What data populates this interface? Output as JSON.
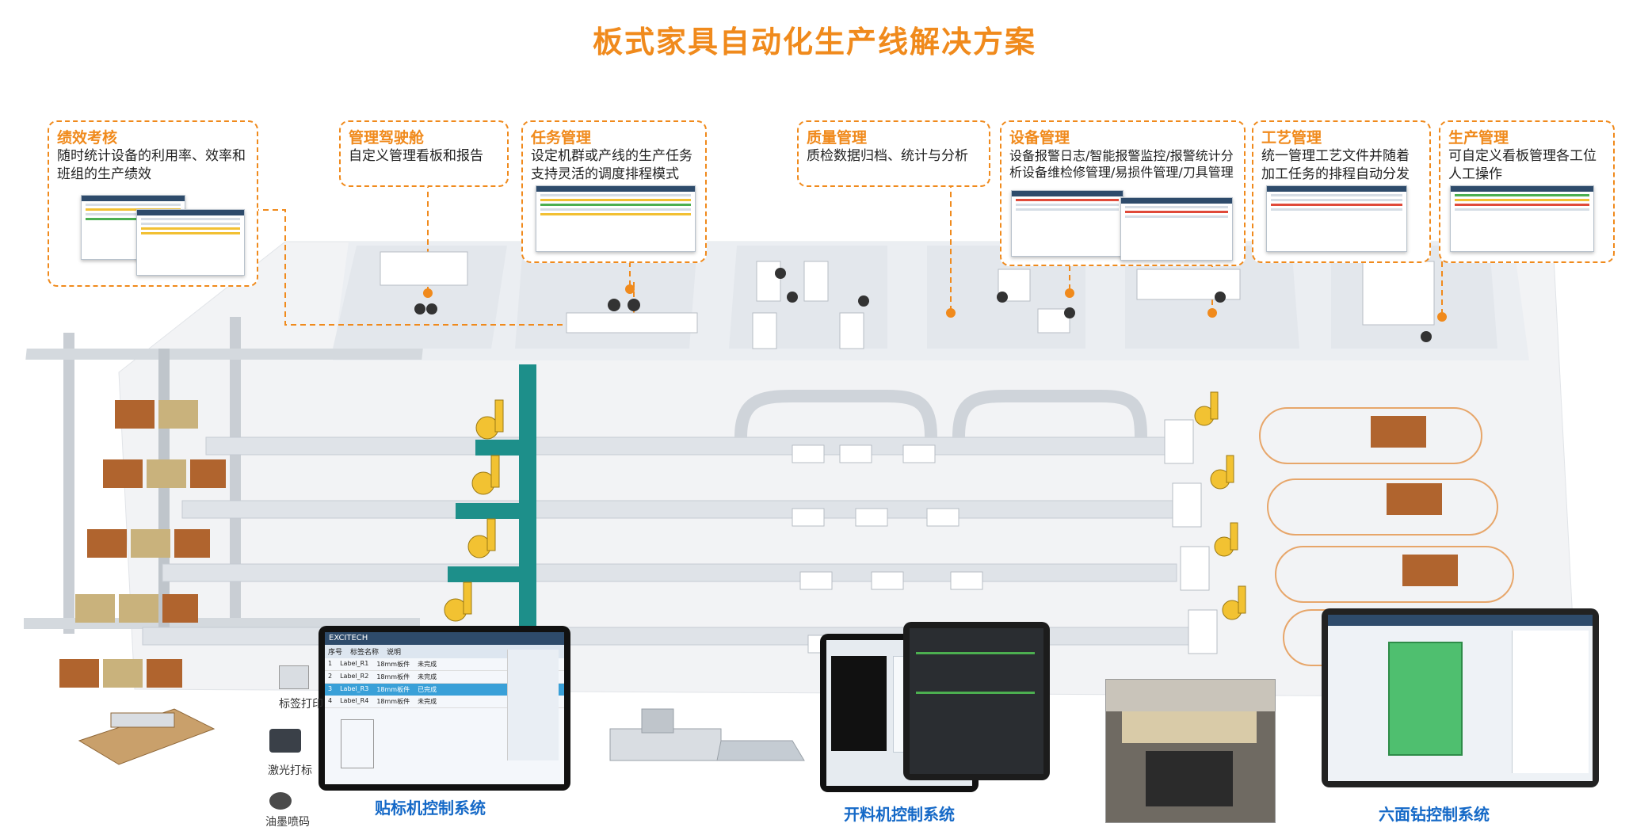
{
  "title": "板式家具自动化生产线解决方案",
  "callouts": {
    "performance": {
      "title": "绩效考核",
      "desc": "随时统计设备的利用率、效率和班组的生产绩效"
    },
    "cockpit": {
      "title": "管理驾驶舱",
      "desc": "自定义管理看板和报告"
    },
    "task": {
      "title": "任务管理",
      "desc": "设定机群或产线的生产任务支持灵活的调度排程模式"
    },
    "quality": {
      "title": "质量管理",
      "desc": "质检数据归档、统计与分析"
    },
    "equipment": {
      "title": "设备管理",
      "desc": "设备报警日志/智能报警监控/报警统计分析设备维检修管理/易损件管理/刀具管理"
    },
    "process": {
      "title": "工艺管理",
      "desc": "统一管理工艺文件并随着加工任务的排程自动分发"
    },
    "production": {
      "title": "生产管理",
      "desc": "可自定义看板管理各工位人工操作"
    }
  },
  "systems": {
    "labeling": "贴标机控制系统",
    "cutting": "开料机控制系统",
    "drilling": "六面钻控制系统"
  },
  "devices": {
    "label_print": "标签打印",
    "laser_mark": "激光打标",
    "ink_jet": "油墨喷码"
  },
  "labeler_screen": {
    "brand": "EXCITECH",
    "col_headers": [
      "序号",
      "标签名称",
      "说明"
    ],
    "rows": [
      {
        "no": "1",
        "name": "Label_R1",
        "desc": "18mm板件",
        "status": "未完成"
      },
      {
        "no": "2",
        "name": "Label_R2",
        "desc": "18mm板件",
        "status": "未完成"
      },
      {
        "no": "3",
        "name": "Label_R3",
        "desc": "18mm板件",
        "status": "已完成"
      },
      {
        "no": "4",
        "name": "Label_R4",
        "desc": "18mm板件",
        "status": "未完成"
      }
    ]
  },
  "colors": {
    "accent": "#f08a1c",
    "system_blue": "#1569c7",
    "robot_yellow": "#f2c232",
    "board_brown": "#b0642e",
    "board_tan": "#c9b27c",
    "conveyor_teal": "#1d8f8a"
  }
}
